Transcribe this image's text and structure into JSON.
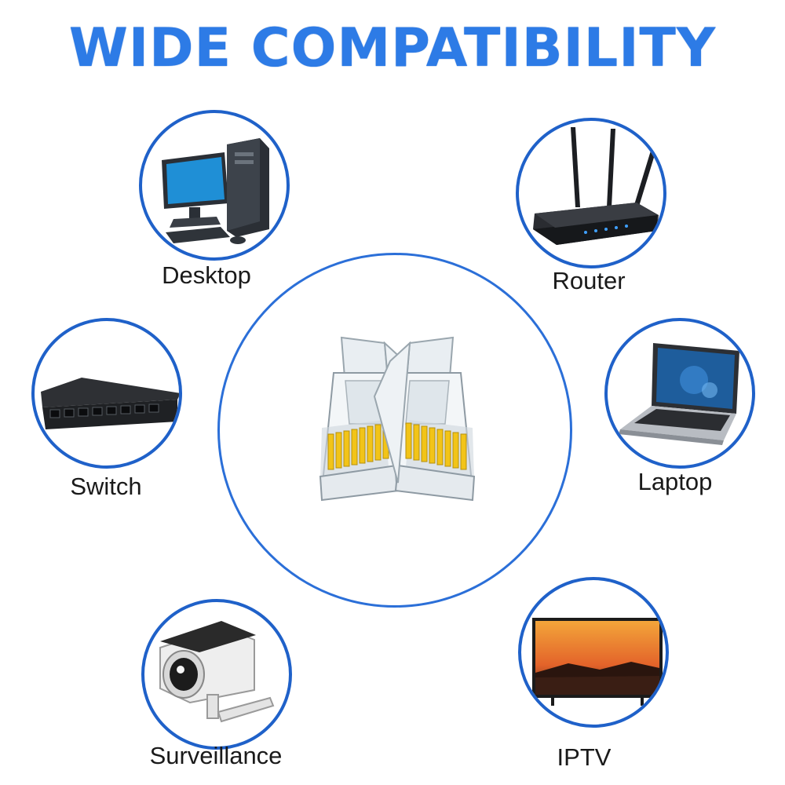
{
  "title": "WIDE COMPATIBILITY",
  "devices": {
    "desktop": {
      "label": "Desktop",
      "icon": "desktop-computer-icon"
    },
    "router": {
      "label": "Router",
      "icon": "router-icon"
    },
    "switch": {
      "label": "Switch",
      "icon": "network-switch-icon"
    },
    "laptop": {
      "label": "Laptop",
      "icon": "laptop-icon"
    },
    "surveillance": {
      "label": "Surveillance",
      "icon": "security-camera-icon"
    },
    "iptv": {
      "label": "IPTV",
      "icon": "television-icon"
    }
  },
  "center": {
    "icon": "rj45-connector-icon"
  },
  "colors": {
    "accent": "#2d7be6",
    "ring": "#1f61c9",
    "pins": "#f2c418"
  }
}
